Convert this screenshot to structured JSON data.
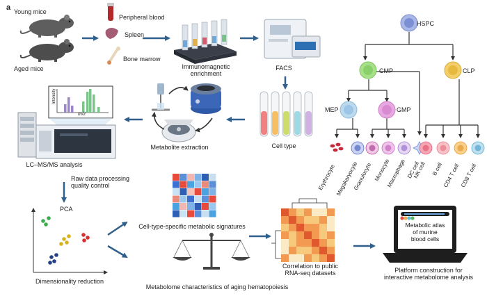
{
  "panel_label": "a",
  "inputs": {
    "young": "Young mice",
    "aged": "Aged mice",
    "tissue1": "Peripheral blood",
    "tissue2": "Spleen",
    "tissue3": "Bone marrow"
  },
  "steps": {
    "immuno_line1": "Immunomagnetic",
    "immuno_line2": "enrichment",
    "facs": "FACS",
    "cell_type": "Cell type",
    "metabolite_extraction": "Metabolite extraction",
    "lcms": "LC–MS/MS analysis",
    "raw_line1": "Raw data processing",
    "raw_line2": "quality control",
    "pca": "PCA",
    "dimred": "Dimensionality reduction",
    "signatures": "Cell-type-specific metabolic signatures",
    "aging": "Metabolome characteristics of aging hematopoiesis",
    "corr_line1": "Correlation to public",
    "corr_line2": "RNA-seq  datasets",
    "platform_line1": "Platform construction for",
    "platform_line2": "interactive metabolome analysis",
    "atlas_line1": "Metabolic atlas",
    "atlas_line2": "of murine",
    "atlas_line3": "blood cells",
    "ms_ylabel": "Intensity",
    "ms_xlabel": "m/z"
  },
  "tree": {
    "hspc": "HSPC",
    "cmp": "CMP",
    "clp": "CLP",
    "mep": "MEP",
    "gmp": "GMP",
    "leaves": [
      "Erythrocyte",
      "Megakaryocyte",
      "Granulocyte",
      "Monocyte",
      "Macrophage",
      "DC cell",
      "NK cell",
      "B cell",
      "CD4 T cell",
      "CD8 T cell"
    ]
  },
  "colors": {
    "arrow": "#2f5f8a",
    "hspc": "#a9b7e6",
    "cmp": "#a8e08a",
    "clp": "#f2cf6a",
    "mep": "#bcd9ee",
    "gmp": "#e7a7e1",
    "erythrocyte": "#c62b3a",
    "tube_fills": [
      "#f26b6b",
      "#f7b544",
      "#c7d84f",
      "#8fd4e0",
      "#c9a4df"
    ]
  },
  "heatmap_signature_colors": [
    [
      "#e84b3c",
      "#5b8fd8",
      "#f2b7b0",
      "#7fb3e8",
      "#2f5fb5",
      "#c8dff2"
    ],
    [
      "#3b6fd1",
      "#e84b3c",
      "#4aa3e0",
      "#9cc7ee",
      "#e98b7a",
      "#5b8fd8"
    ],
    [
      "#c9e3f5",
      "#2f5fb5",
      "#f5c3b8",
      "#e84b3c",
      "#4aa3e0",
      "#7fb3e8"
    ],
    [
      "#e98b7a",
      "#9cc7ee",
      "#3b6fd1",
      "#c8dff2",
      "#5b8fd8",
      "#e84b3c"
    ],
    [
      "#4aa3e0",
      "#f2b7b0",
      "#7fb3e8",
      "#2f5fb5",
      "#e84b3c",
      "#9cc7ee"
    ],
    [
      "#2f5fb5",
      "#c9e3f5",
      "#e84b3c",
      "#5b8fd8",
      "#c8dff2",
      "#4aa3e0"
    ]
  ],
  "pca_cluster_colors": [
    "#3cab4a",
    "#d8b11f",
    "#d6302f",
    "#223f86"
  ]
}
